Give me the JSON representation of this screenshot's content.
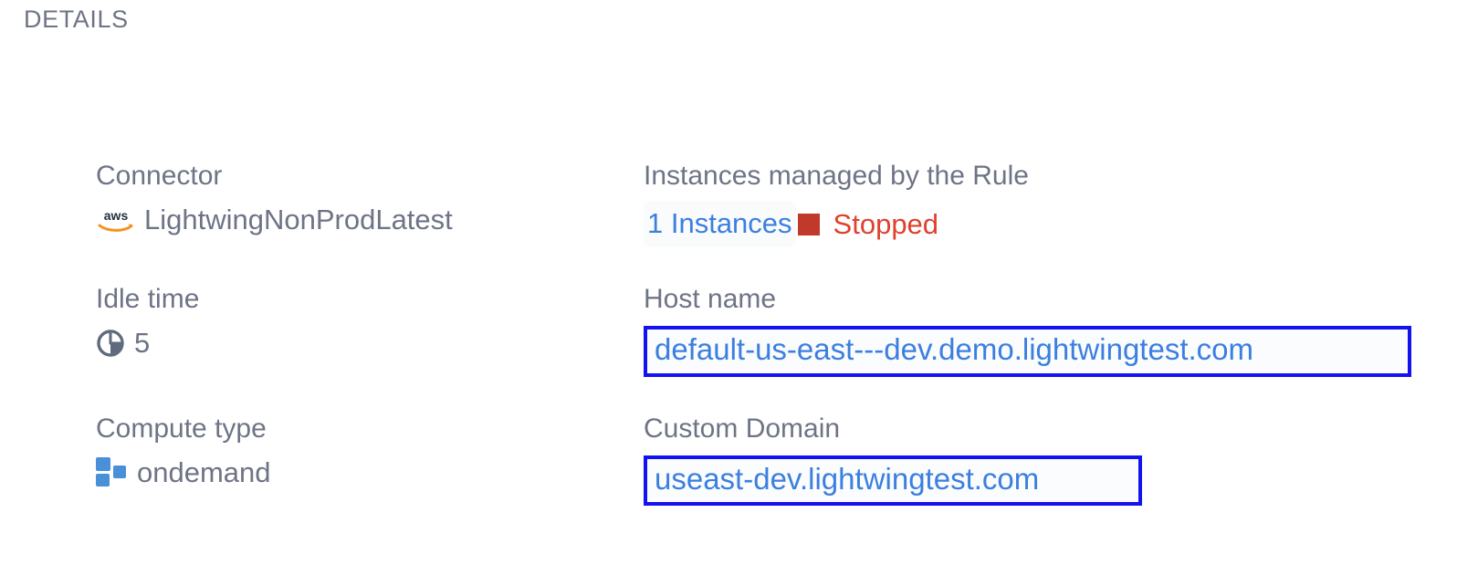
{
  "section": {
    "title": "DETAILS"
  },
  "colors": {
    "label_text": "#6e7486",
    "value_text": "#6e7486",
    "link_blue": "#3b7fe0",
    "annotation_border": "#1313ef",
    "status_stopped_text": "#e0402d",
    "status_stopped_swatch": "#c0392b",
    "compute_icon_blue": "#4a90d9",
    "aws_orange": "#f59120",
    "background": "#ffffff"
  },
  "fields": {
    "connector": {
      "label": "Connector",
      "value": "LightwingNonProdLatest",
      "icon": "aws-logo-icon"
    },
    "instances_managed": {
      "label": "Instances managed by the Rule",
      "count_link": "1 Instances",
      "status": "Stopped",
      "status_icon": "stopped-square-icon"
    },
    "idle_time": {
      "label": "Idle time",
      "value": "5",
      "icon": "clock-pie-icon"
    },
    "host_name": {
      "label": "Host name",
      "value": "default-us-east---dev.demo.lightwingtest.com"
    },
    "compute_type": {
      "label": "Compute type",
      "value": "ondemand",
      "icon": "compute-blocks-icon"
    },
    "custom_domain": {
      "label": "Custom Domain",
      "value": "useast-dev.lightwingtest.com"
    }
  }
}
